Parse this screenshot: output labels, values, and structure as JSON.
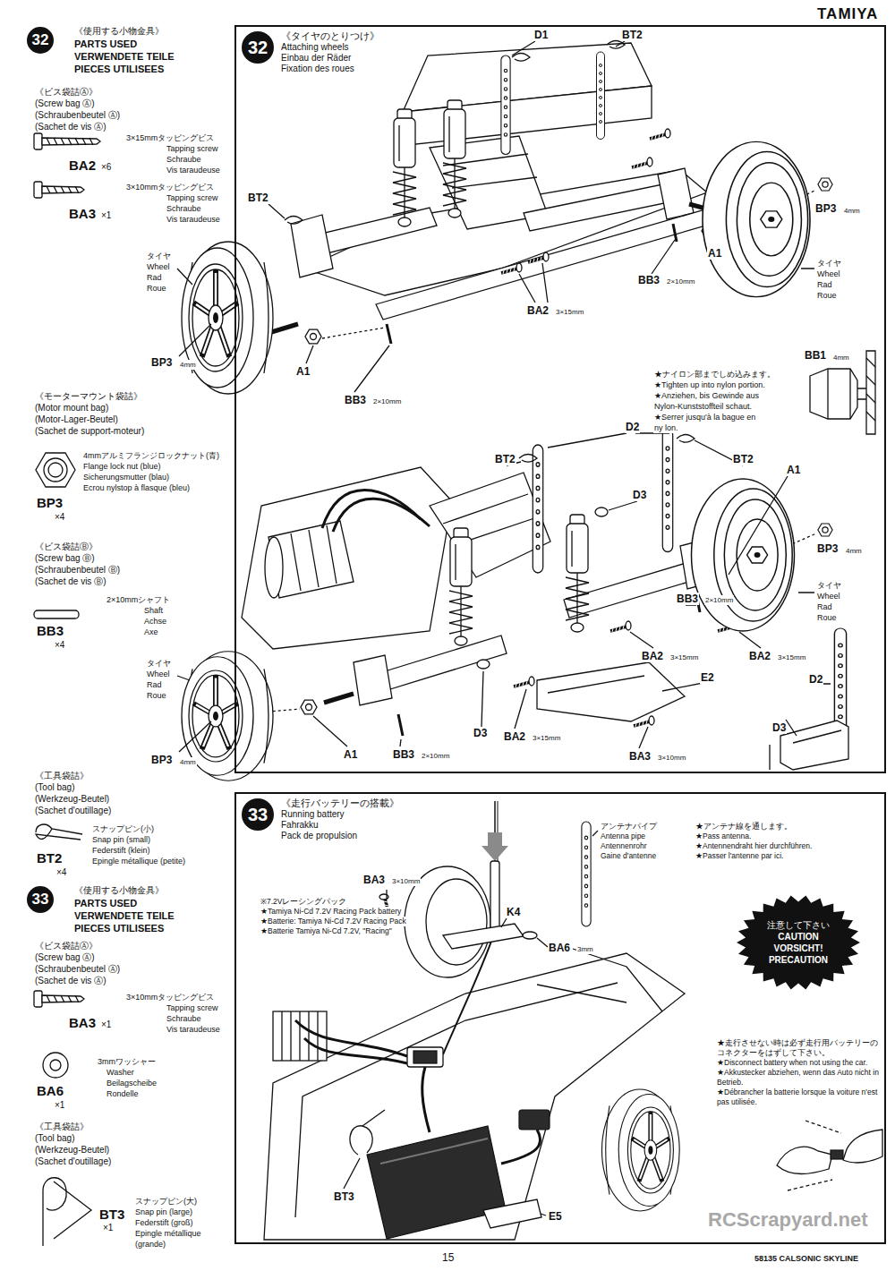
{
  "diagram": {
    "nodes": [
      {
        "text": [
          "32",
          "《タイヤのとりつけ》",
          "Attaching wheels",
          "Einbau der Räder",
          "Fixation des roues"
        ]
      },
      {
        "text": [
          "33",
          "《走行バッテリーの搭載》",
          "Running battery",
          "Fahrakku",
          "Pack de propulsion"
        ]
      },
      {
        "text": [
          "注意して下さい",
          "CAUTION",
          "VORSICHT!",
          "PRECAUTION"
        ],
        "in": 1
      }
    ],
    "labels": [
      "32",
      "《使用する小物金具》",
      "PARTS USED",
      "VERWENDETE TEILE",
      "PIECES UTILISEES",
      "《ビス袋詰Ⓐ》",
      "(Screw bag Ⓐ)",
      "(Schraubenbeutel Ⓐ)",
      "(Sachet de vis Ⓐ)",
      "3×15mmタッピングビス",
      "Tapping screw",
      "Schraube",
      "Vis taraudeuse",
      "BA2",
      "×6",
      "3×10mmタッピングビス",
      "Tapping screw",
      "Schraube",
      "Vis taraudeuse",
      "BA3",
      "×1",
      "《モーターマウント袋詰》",
      "(Motor mount bag)",
      "(Motor-Lager-Beutel)",
      "(Sachet de support-moteur)",
      "4mmアルミフランジロックナット(青)",
      "Flange lock nut (blue)",
      "Sicherungsmutter (blau)",
      "Ecrou nylstop à flasque (bleu)",
      "BP3",
      "×4",
      "《ビス袋詰Ⓑ》",
      "(Screw bag Ⓑ)",
      "(Schraubenbeutel Ⓑ)",
      "(Sachet de vis Ⓑ)",
      "2×10mmシャフト",
      "Shaft",
      "Achse",
      "Axe",
      "BB3",
      "×4",
      "《工具袋詰》",
      "(Tool bag)",
      "(Werkzeug-Beutel)",
      "(Sachet d'outillage)",
      "スナップピン(小)",
      "Snap pin (small)",
      "Federstift (klein)",
      "Epingle métallique (petite)",
      "BT2",
      "×4",
      "33",
      "《使用する小物金具》",
      "PARTS USED",
      "VERWENDETE TEILE",
      "PIECES UTILISEES",
      "《ビス袋詰Ⓐ》",
      "(Screw bag Ⓐ)",
      "(Schraubenbeutel Ⓐ)",
      "(Sachet de vis Ⓐ)",
      "3×10mmタッピングビス",
      "Tapping screw",
      "Schraube",
      "Vis taraudeuse",
      "BA3",
      "×1",
      "3mmワッシャー",
      "Washer",
      "Beilagscheibe",
      "Rondelle",
      "BA6",
      "×1",
      "《工具袋詰》",
      "(Tool bag)",
      "(Werkzeug-Beutel)",
      "(Sachet d'outillage)",
      "BT3",
      "×1",
      "スナップピン(大)",
      "Snap pin (large)",
      "Federstift (groß)",
      "Epingle métallique",
      "(grande)",
      "TAMIYA",
      "15",
      "58135 CALSONIC SKYLINE",
      "RCScrapyard.net",
      "D1",
      "BT2",
      "BT2",
      "BP3",
      "4mm",
      "A1",
      "タイヤ",
      "Wheel",
      "Rad",
      "Roue",
      "BB3",
      "2×10mm",
      "BA2",
      "3×15mm",
      "タイヤ",
      "Wheel",
      "Rad",
      "Roue",
      "BP3",
      "4mm",
      "A1",
      "BB3",
      "2×10mm",
      "BB1",
      "4mm",
      "★ナイロン部までしめ込みます。",
      "★Tighten up into nylon portion.",
      "★Anziehen, bis Gewinde aus",
      "Nylon-Kunststoffteil schaut.",
      "★Serrer jusqu'à la bague en",
      "ny lon.",
      "BT2",
      "D2",
      "BT2",
      "A1",
      "D3",
      "BP3",
      "4mm",
      "BB3",
      "2×10mm",
      "タイヤ",
      "Wheel",
      "Rad",
      "Roue",
      "BA2",
      "3×15mm",
      "BA2",
      "3×15mm",
      "E2",
      "D2",
      "D3",
      "タイヤ",
      "Wheel",
      "Rad",
      "Roue",
      "BP3",
      "4mm",
      "A1",
      "BB3",
      "2×10mm",
      "D3",
      "BA2",
      "3×15mm",
      "BA3",
      "3×10mm",
      "※7.2Vレーシングパック",
      "★Tamiya Ni-Cd 7.2V Racing Pack battery",
      "★Batterie: Tamiya Ni-Cd 7.2V Racing Pack",
      "★Batterie Tamiya Ni-Cd 7.2V, \"Racing\"",
      "BA3",
      "3×10mm",
      "K4",
      "BA6",
      "3mm",
      "アンテナパイプ",
      "Antenna pipe",
      "Antennenrohr",
      "Gaine d'antenne",
      "★アンテナ線を通します。",
      "★Pass antenna.",
      "★Antennendraht hier durchführen.",
      "★Passer l'antenne par ici.",
      "★走行させない時は必ず走行用バッテリーのコネクターをはずして下さい。",
      "★Disconnect battery when not using the car.",
      "★Akkustecker abziehen, wenn das Auto nicht in Betrieb.",
      "★Débrancher la batterie lorsque la voiture n'est pas utilisée.",
      "BT3",
      "E5"
    ]
  }
}
